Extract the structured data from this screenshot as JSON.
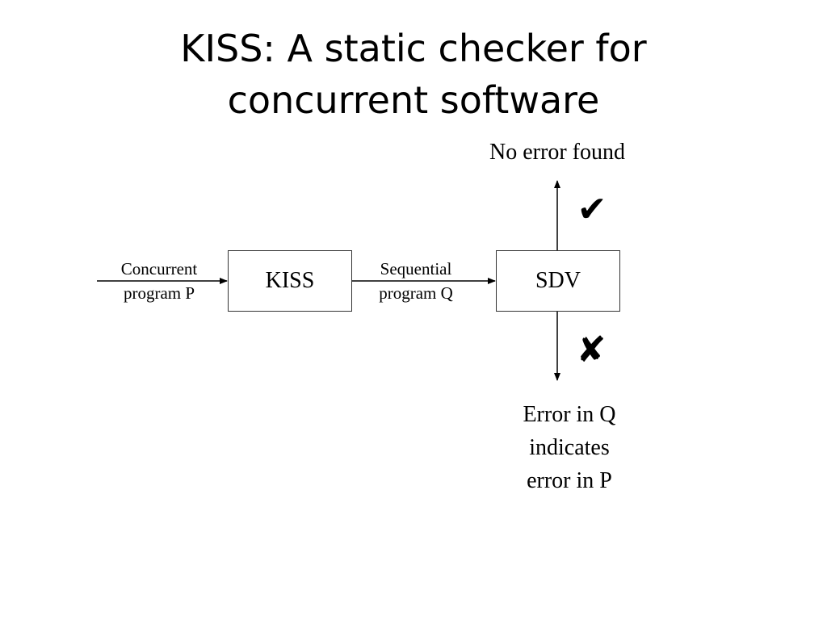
{
  "slide": {
    "title_line1": "KISS: A static checker for",
    "title_line2": "concurrent software"
  },
  "diagram": {
    "input_label_line1": "Concurrent",
    "input_label_line2": "program P",
    "kiss_box": "KISS",
    "middle_label_line1": "Sequential",
    "middle_label_line2": "program Q",
    "sdv_box": "SDV",
    "top_output": "No error found",
    "bottom_output_line1": "Error in Q",
    "bottom_output_line2": "indicates",
    "bottom_output_line3": "error in P",
    "check_mark": "✔",
    "cross_mark": "✘"
  }
}
